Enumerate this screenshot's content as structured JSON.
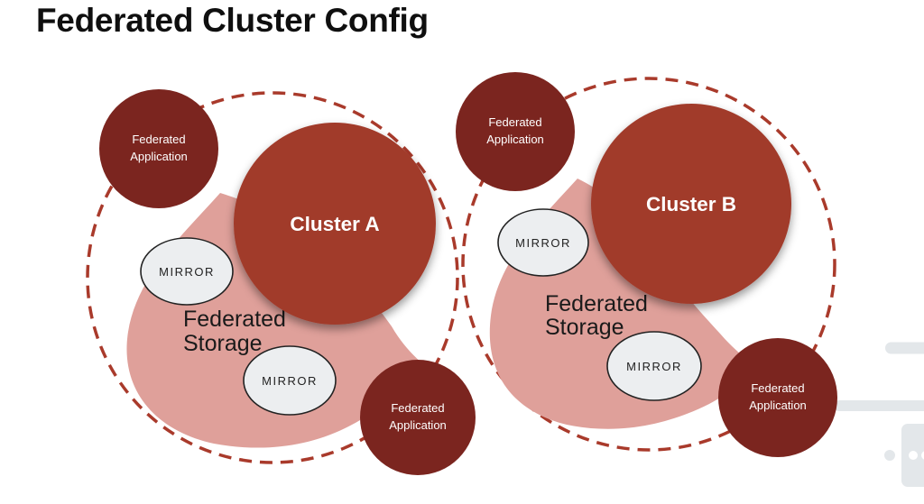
{
  "page": {
    "title": "Federated Cluster Config"
  },
  "colors": {
    "cluster_fill": "#a13a2b",
    "application_fill": "#7b251f",
    "storage_fill": "#dfa09a",
    "dashed_ring": "#a93a2b",
    "mirror_fill": "#eceef0",
    "mirror_stroke": "#222222",
    "label_on_dark": "#ffffff",
    "storage_text": "#1a1a1a",
    "decor_gray": "#e3e7ea",
    "title_text": "#0f0f0f"
  },
  "diagram": {
    "groups": [
      {
        "id": "cluster-a-group",
        "cluster_label": "Cluster A",
        "storage_line1": "Federated",
        "storage_line2": "Storage",
        "app_line1": "Federated",
        "app_line2": "Application",
        "mirror_label": "MIRROR"
      },
      {
        "id": "cluster-b-group",
        "cluster_label": "Cluster B",
        "storage_line1": "Federated",
        "storage_line2": "Storage",
        "app_line1": "Federated",
        "app_line2": "Application",
        "mirror_label": "MIRROR"
      }
    ]
  }
}
